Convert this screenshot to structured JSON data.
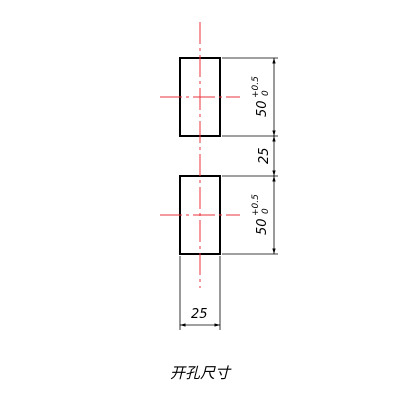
{
  "caption": "开孔尺寸",
  "dimensions": {
    "upper_height": {
      "nominal": "50",
      "upper_tol": "+0.5",
      "lower_tol": "0"
    },
    "gap": "25",
    "lower_height": {
      "nominal": "50",
      "upper_tol": "+0.5",
      "lower_tol": "0"
    },
    "width": "25"
  },
  "colors": {
    "outline": "#000000",
    "centerline": "#e8333b",
    "background": "#ffffff"
  }
}
